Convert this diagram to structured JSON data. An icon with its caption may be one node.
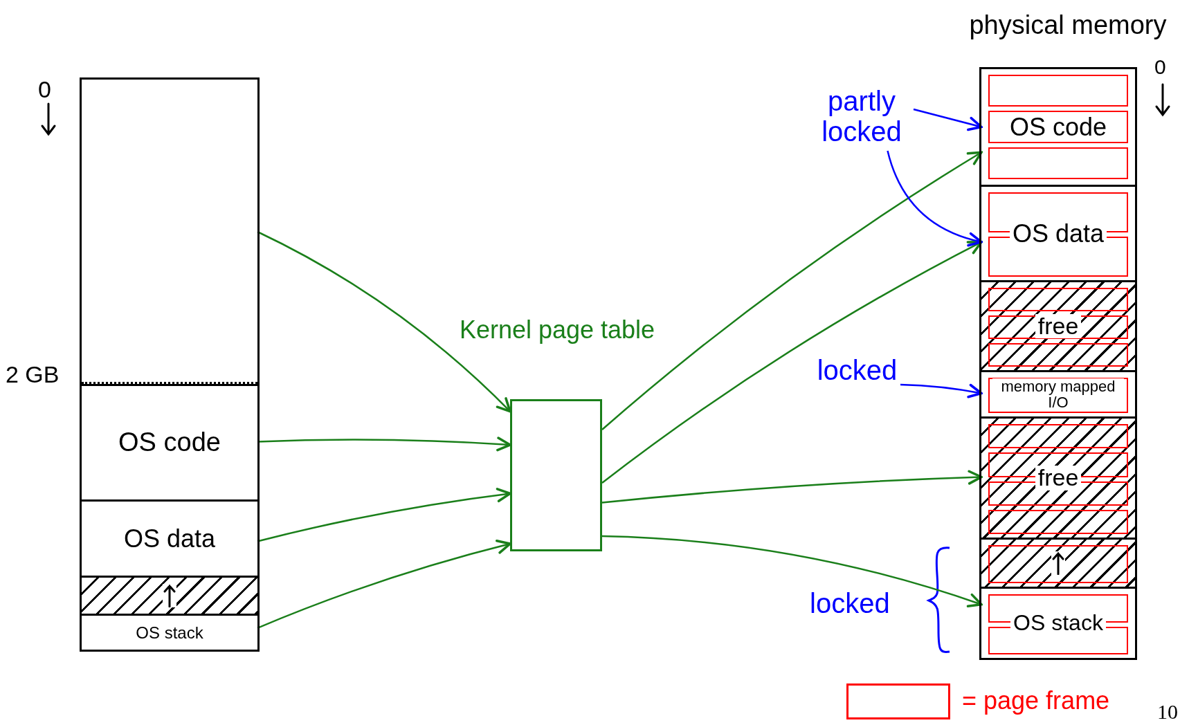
{
  "diagram": {
    "nodes": [
      {
        "text": [],
        "shape": "box"
      },
      {
        "text": [],
        "shape": "box",
        "in": 0
      },
      {
        "text": [
          "OS code"
        ],
        "in": 0
      },
      {
        "text": [
          "OS data"
        ],
        "in": 0
      },
      {
        "text": [],
        "shape": "box",
        "in": 0
      },
      {
        "text": [
          "OS stack"
        ],
        "in": 0
      },
      {
        "text": [
          "Kernel page table"
        ]
      },
      {
        "text": [
          "physical memory"
        ]
      },
      {
        "text": [
          "OS code"
        ],
        "in": 7
      },
      {
        "text": [
          "OS data"
        ],
        "in": 7
      },
      {
        "text": [
          "free"
        ],
        "in": 7
      },
      {
        "text": [
          "memory mapped I/O"
        ],
        "in": 7
      },
      {
        "text": [
          "free"
        ],
        "in": 7
      },
      {
        "text": [],
        "shape": "box",
        "in": 7
      },
      {
        "text": [
          "OS stack"
        ],
        "in": 7
      },
      {
        "text": [
          "partly locked"
        ]
      },
      {
        "text": [
          "locked"
        ]
      }
    ],
    "edges": [
      {
        "from": 1,
        "to": 6,
        "arrow": "to"
      },
      {
        "from": 2,
        "to": 6,
        "arrow": "to"
      },
      {
        "from": 3,
        "to": 6,
        "arrow": "to"
      },
      {
        "from": 5,
        "to": 6,
        "arrow": "to"
      },
      {
        "from": 6,
        "to": 8,
        "arrow": "to"
      },
      {
        "from": 6,
        "to": 9,
        "arrow": "to"
      },
      {
        "from": 6,
        "to": 12,
        "arrow": "to"
      },
      {
        "from": 6,
        "to": 14,
        "arrow": "to"
      },
      {
        "from": 15,
        "to": 8,
        "arrow": "to",
        "color": "#0000ff"
      },
      {
        "from": 15,
        "to": 9,
        "arrow": "to",
        "color": "#0000ff"
      },
      {
        "from": 16,
        "to": 11,
        "arrow": "to",
        "color": "#0000ff"
      }
    ],
    "labels": [
      "0",
      "2 GB",
      "0",
      "locked",
      "10"
    ],
    "legend": [
      {
        "text": "= page frame"
      }
    ]
  }
}
